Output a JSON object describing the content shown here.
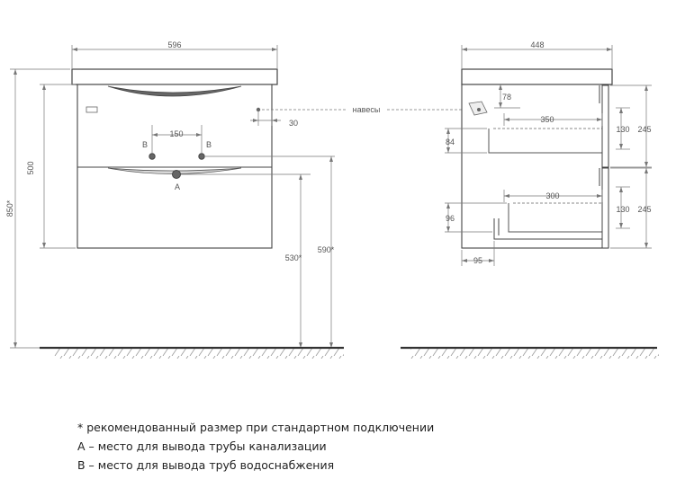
{
  "front_view": {
    "width_label": "596",
    "overall_height_label": "850*",
    "body_height_label": "500",
    "pipe_spacing_label": "150",
    "hanger_offset_label": "30",
    "floor_to_outlet_label": "530*",
    "floor_to_hanger_label": "590*",
    "marker_b_left": "B",
    "marker_b_right": "B",
    "marker_a": "A",
    "hangers_label": "навесы"
  },
  "side_view": {
    "depth_label": "448",
    "hanger_drop_label": "78",
    "upper_drawer_length_label": "350",
    "upper_drawer_front_label": "84",
    "lower_drawer_length_label": "300",
    "lower_drawer_front_label": "96",
    "plinth_label": "95",
    "upper_drawer_height_label": "130",
    "upper_facade_label": "245",
    "lower_drawer_height_label": "130",
    "lower_facade_label": "245"
  },
  "notes": [
    "* рекомендованный размер при стандартном подключении",
    "А – место для вывода трубы канализации",
    "В – место для вывода труб водоснабжения"
  ]
}
